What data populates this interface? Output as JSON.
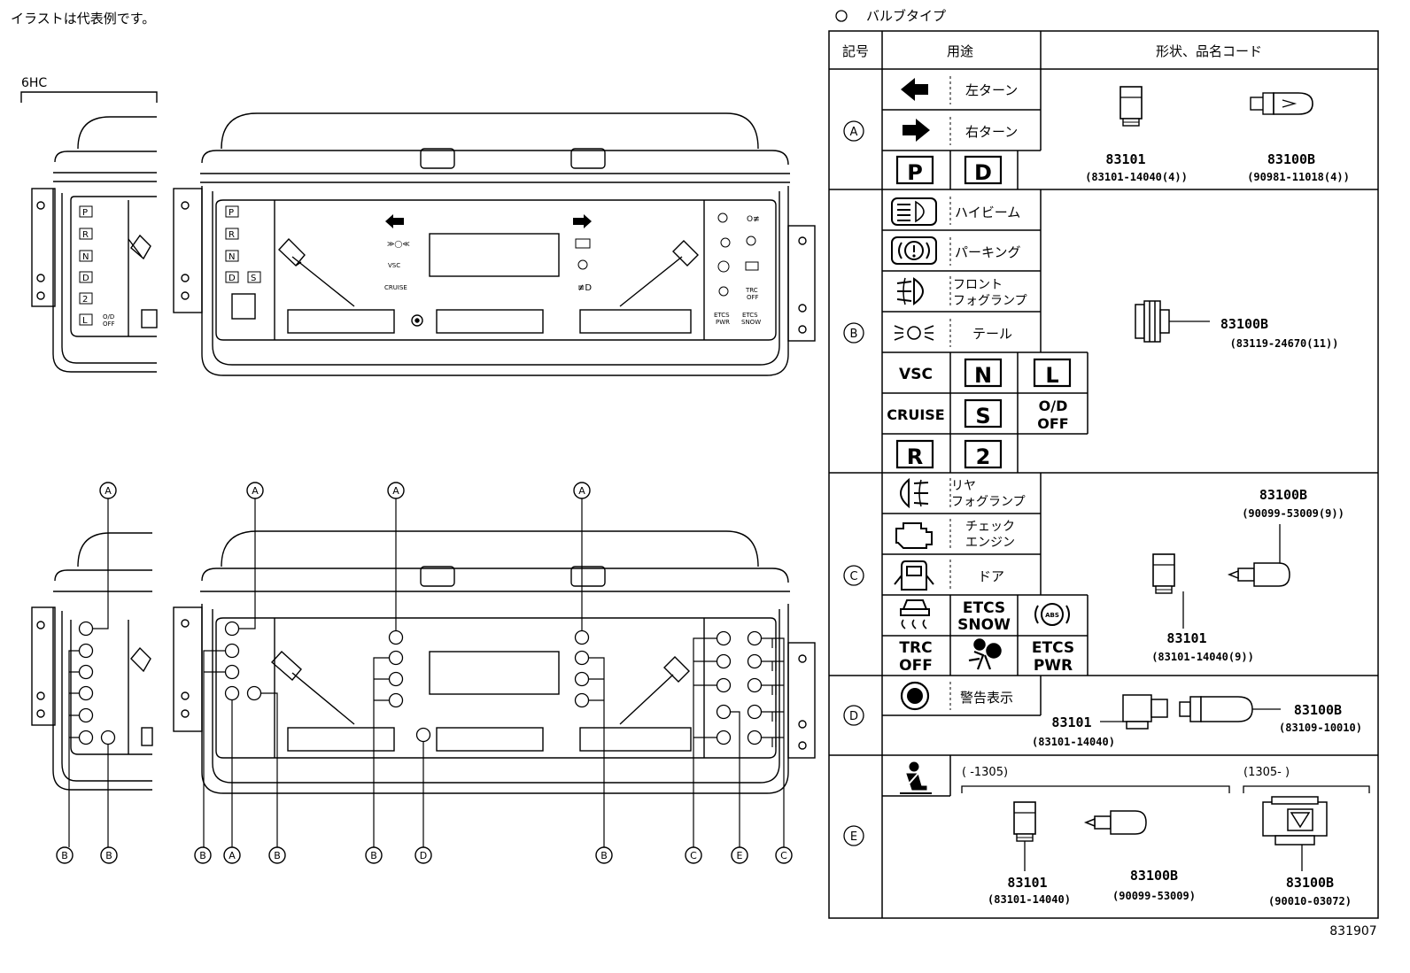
{
  "note": "イラストは代表例です。",
  "model_label": "6HC",
  "diagram_id": "831907",
  "cluster": {
    "shift_letters": [
      "P",
      "R",
      "N",
      "D",
      "2",
      "L"
    ],
    "od_off": [
      "O/D",
      "OFF"
    ],
    "s_label": "S",
    "vsc": "VSC",
    "cruise": "CRUISE",
    "trc_off": [
      "TRC",
      "OFF"
    ],
    "etcs_pwr": [
      "ETCS",
      "PWR"
    ],
    "etcs_snow": [
      "ETCS",
      "SNOW"
    ]
  },
  "callouts": {
    "top": [
      "A",
      "A",
      "A",
      "A"
    ],
    "bottom": [
      "B",
      "B",
      "B",
      "A",
      "B",
      "B",
      "D",
      "B",
      "C",
      "E",
      "C"
    ]
  },
  "table": {
    "title": "バルブタイプ",
    "headers": {
      "symbol": "記号",
      "usage": "用途",
      "shape_code": "形状、品名コード"
    },
    "rows": {
      "A": {
        "symbol": "A",
        "left_turn": "左ターン",
        "right_turn": "右ターン",
        "p": "P",
        "d": "D",
        "part1": "83101",
        "part1_code": "(83101-14040(4))",
        "part2": "83100B",
        "part2_code": "(90981-11018(4))"
      },
      "B": {
        "symbol": "B",
        "high_beam": "ハイビーム",
        "parking": "パーキング",
        "front_fog": [
          "フロント",
          "フォグランプ"
        ],
        "tail": "テール",
        "vsc": "VSC",
        "cruise": "CRUISE",
        "n": "N",
        "l": "L",
        "s": "S",
        "od_off": [
          "O/D",
          "OFF"
        ],
        "r": "R",
        "two": "2",
        "part": "83100B",
        "part_code": "(83119-24670(11))"
      },
      "C": {
        "symbol": "C",
        "rear_fog": [
          "リヤ",
          "フォグランプ"
        ],
        "check_engine": [
          "チェック",
          "エンジン"
        ],
        "door": "ドア",
        "etcs_snow": [
          "ETCS",
          "SNOW"
        ],
        "abs": "ABS",
        "trc_off": [
          "TRC",
          "OFF"
        ],
        "etcs_pwr": [
          "ETCS",
          "PWR"
        ],
        "part_top": "83100B",
        "part_top_code": "(90099-53009(9))",
        "part_bottom": "83101",
        "part_bottom_code": "(83101-14040(9))"
      },
      "D": {
        "symbol": "D",
        "warning": "警告表示",
        "part1": "83101",
        "part1_code": "(83101-14040)",
        "part2": "83100B",
        "part2_code": "(83109-10010)"
      },
      "E": {
        "symbol": "E",
        "range1": "(    -1305)",
        "range2": "(1305-    )",
        "part1": "83101",
        "part1_code": "(83101-14040)",
        "part2": "83100B",
        "part2_code": "(90099-53009)",
        "part3": "83100B",
        "part3_code": "(90010-03072)"
      }
    }
  }
}
